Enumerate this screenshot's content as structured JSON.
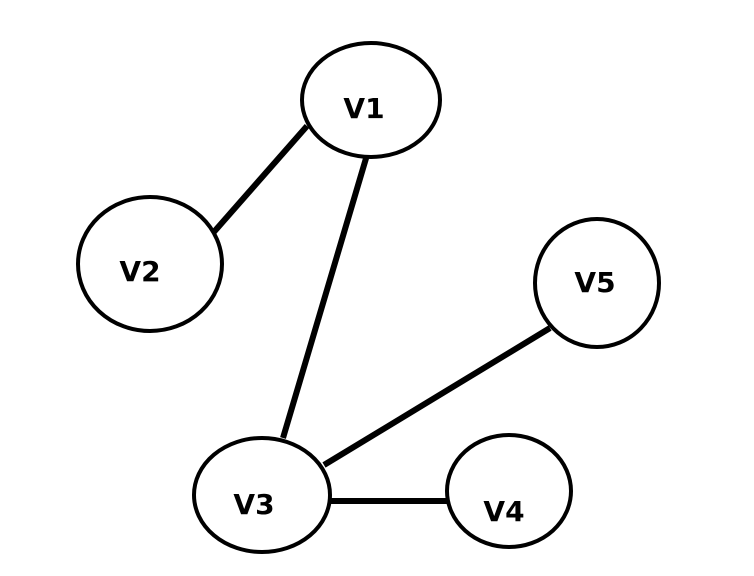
{
  "diagram": {
    "type": "undirected-graph",
    "colors": {
      "stroke": "#000000",
      "fill": "#ffffff",
      "label": "#000000"
    },
    "nodes": [
      {
        "id": "v1",
        "label": "V1"
      },
      {
        "id": "v2",
        "label": "V2"
      },
      {
        "id": "v3",
        "label": "V3"
      },
      {
        "id": "v4",
        "label": "V4"
      },
      {
        "id": "v5",
        "label": "V5"
      }
    ],
    "edges": [
      {
        "from": "v1",
        "to": "v2"
      },
      {
        "from": "v1",
        "to": "v3"
      },
      {
        "from": "v3",
        "to": "v5"
      },
      {
        "from": "v3",
        "to": "v4"
      }
    ]
  }
}
